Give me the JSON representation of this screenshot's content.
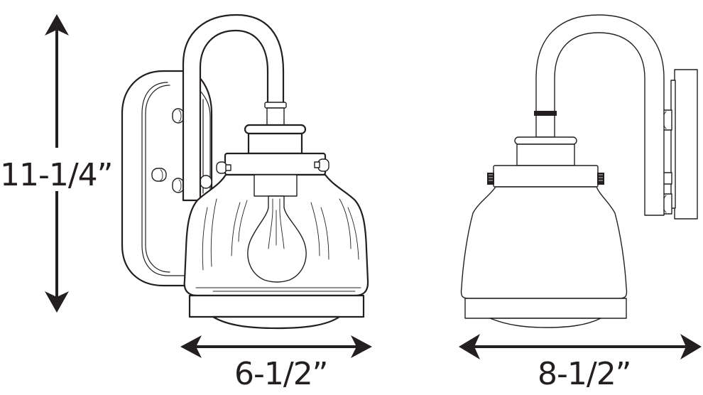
{
  "diagram": {
    "type": "product dimension drawing",
    "subject": "single-light wall sconce with gooseneck arm and clear glass shade",
    "views": [
      {
        "name": "front-view",
        "description": "front elevation showing backplate, gooseneck arm, glass shade with exposed bulb"
      },
      {
        "name": "side-view",
        "description": "side elevation showing arm projection from wall plate"
      }
    ],
    "dimensions": {
      "height": {
        "label": "11-1/4”",
        "orientation": "vertical"
      },
      "width": {
        "label": "6-1/2”",
        "orientation": "horizontal"
      },
      "extension": {
        "label": "8-1/2”",
        "orientation": "horizontal"
      }
    },
    "colors": {
      "line": "#231f20",
      "background": "#ffffff"
    }
  }
}
